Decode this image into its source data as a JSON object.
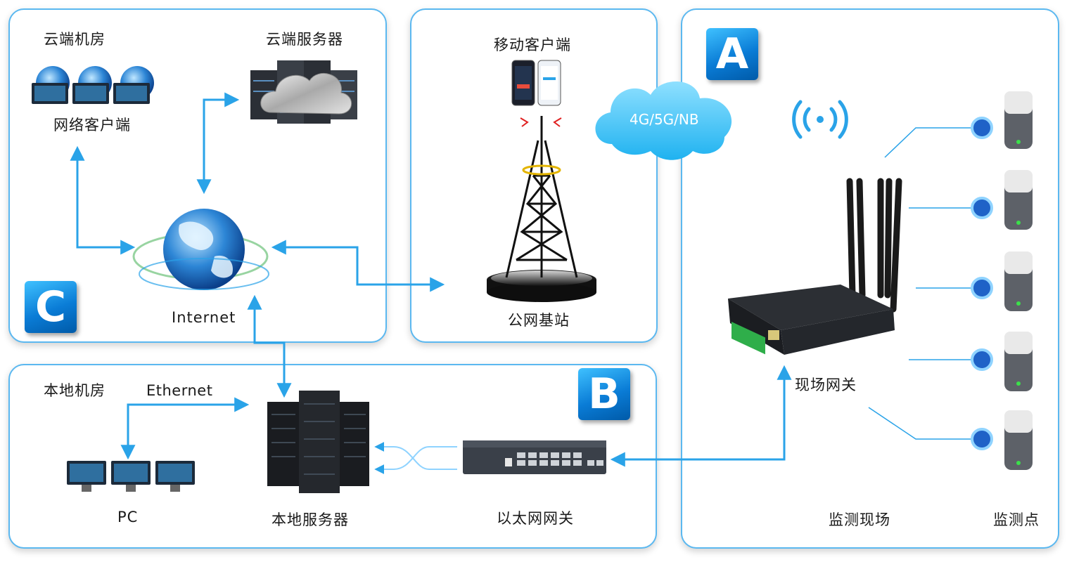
{
  "badges": {
    "a": "A",
    "b": "B",
    "c": "C"
  },
  "cloud_section": {
    "cloud_room": "云端机房",
    "cloud_server": "云端服务器",
    "web_client": "网络客户端",
    "internet": "Internet"
  },
  "mobile_section": {
    "mobile_client": "移动客户端",
    "base_station": "公网基站",
    "network_cloud": "4G/5G/NB"
  },
  "local_section": {
    "local_room": "本地机房",
    "ethernet": "Ethernet",
    "pc": "PC",
    "local_server": "本地服务器",
    "ethernet_gateway": "以太网网关"
  },
  "site_section": {
    "field_gateway": "现场网关",
    "monitoring_site": "监测现场",
    "monitoring_points": "监测点"
  },
  "colors": {
    "panel_border": "#5bb8f0",
    "arrow": "#2aa3e8",
    "badge": "#0a7cd6"
  }
}
